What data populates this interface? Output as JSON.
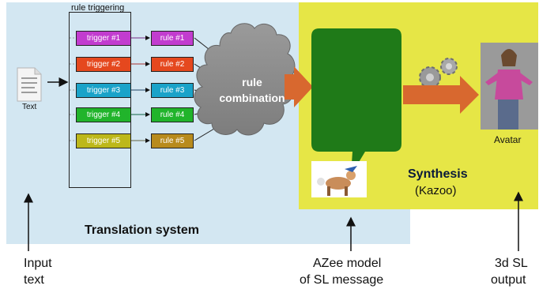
{
  "translation": {
    "rule_triggering_label": "rule triggering",
    "triggers": [
      {
        "label": "trigger #1",
        "color": "#c23ccf"
      },
      {
        "label": "trigger #2",
        "color": "#e5481e"
      },
      {
        "label": "trigger #3",
        "color": "#1aa3c9"
      },
      {
        "label": "trigger #4",
        "color": "#21b42b"
      },
      {
        "label": "trigger #5",
        "color": "#bdb81a"
      }
    ],
    "rules": [
      {
        "label": "rule #1",
        "color": "#c23ccf"
      },
      {
        "label": "rule #2",
        "color": "#e5481e"
      },
      {
        "label": "rule #3",
        "color": "#1aa3c9"
      },
      {
        "label": "rule #4",
        "color": "#21b42b"
      },
      {
        "label": "rule #5",
        "color": "#b88b1c"
      }
    ],
    "cloud_line1": "rule",
    "cloud_line2": "combination",
    "input_doc_label": "Text",
    "title": "Translation system"
  },
  "synthesis": {
    "title": "Synthesis",
    "subtitle": "(Kazoo)",
    "avatar_label": "Avatar"
  },
  "bottom": {
    "input_line1": "Input",
    "input_line2": "text",
    "azee_line1": "AZee model",
    "azee_line2": "of SL message",
    "output_line1": "3d SL",
    "output_line2": "output"
  },
  "colors": {
    "translation_bg": "#d3e7f2",
    "synthesis_bg": "#e6e646",
    "speech_bubble": "#1f7a18",
    "cloud": "#8c8c8c",
    "big_arrow": "#d8682f"
  }
}
